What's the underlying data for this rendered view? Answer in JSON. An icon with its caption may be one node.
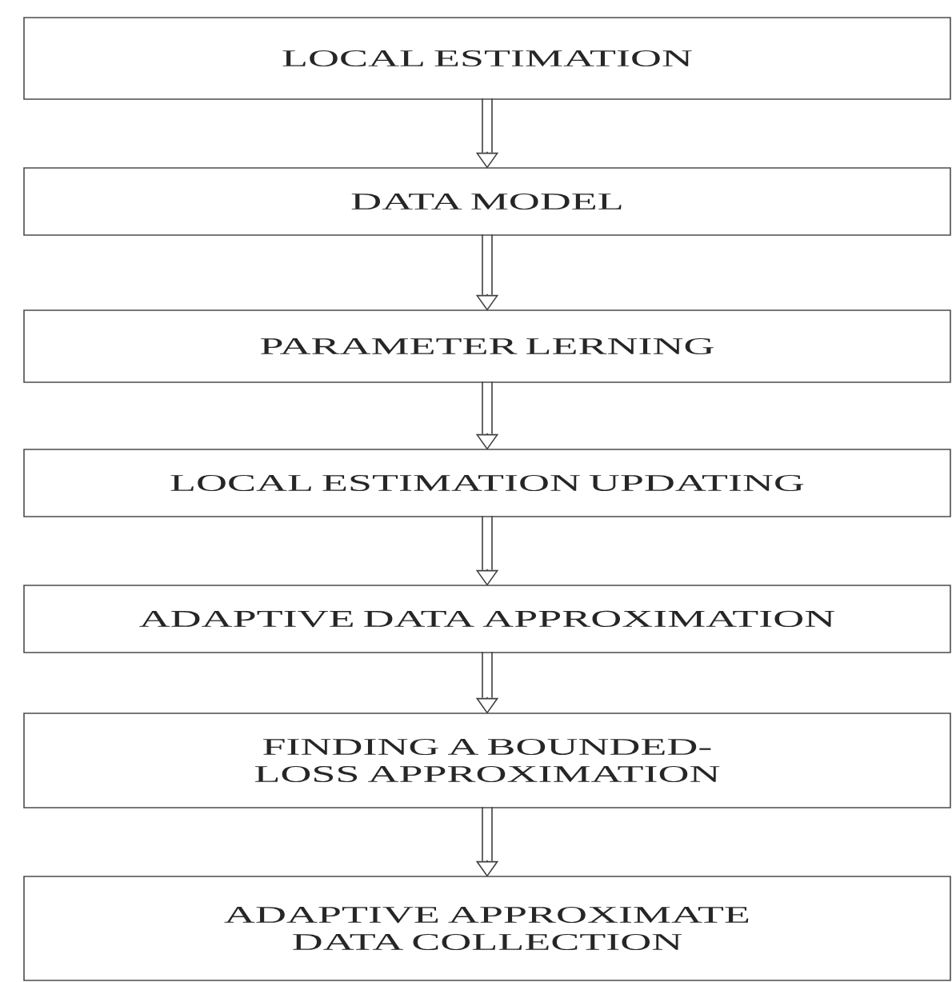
{
  "diagram": {
    "nodes": [
      {
        "text": [
          "LOCAL ESTIMATION"
        ]
      },
      {
        "text": [
          "DATA MODEL"
        ]
      },
      {
        "text": [
          "PARAMETER LERNING"
        ]
      },
      {
        "text": [
          "LOCAL ESTIMATION UPDATING"
        ]
      },
      {
        "text": [
          "ADAPTIVE DATA APPROXIMATION"
        ]
      },
      {
        "text": [
          "FINDING A BOUNDED-LOSS APPROXIMATION"
        ]
      },
      {
        "text": [
          "ADAPTIVE APPROXIMATE DATA COLLECTION"
        ]
      }
    ],
    "edges": [
      {
        "from": 0,
        "to": 1,
        "arrow": "to"
      },
      {
        "from": 1,
        "to": 2,
        "arrow": "to"
      },
      {
        "from": 2,
        "to": 3,
        "arrow": "to"
      },
      {
        "from": 3,
        "to": 4,
        "arrow": "to"
      },
      {
        "from": 4,
        "to": 5,
        "arrow": "to"
      },
      {
        "from": 5,
        "to": 6,
        "arrow": "to"
      }
    ]
  }
}
